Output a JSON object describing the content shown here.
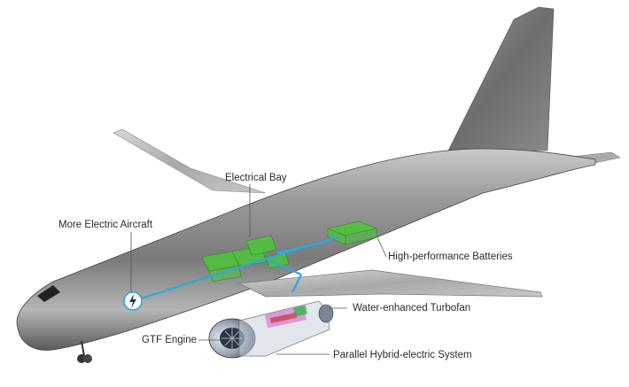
{
  "labels": {
    "electrical_bay": "Electrical Bay",
    "more_electric": "More Electric Aircraft",
    "batteries": "High-performance Batteries",
    "turbofan": "Water-enhanced Turbofan",
    "gtf_engine": "GTF Engine",
    "hybrid_system": "Parallel Hybrid-electric System"
  },
  "colors": {
    "fuselage": "#8c8c8c",
    "fuselage_dark": "#4a4a4a",
    "electric_green": "#4cc43a",
    "cable_blue": "#2aa9e0",
    "leader_line": "#555555"
  },
  "icons": {
    "electric_badge": "lightning-bolt-icon"
  }
}
